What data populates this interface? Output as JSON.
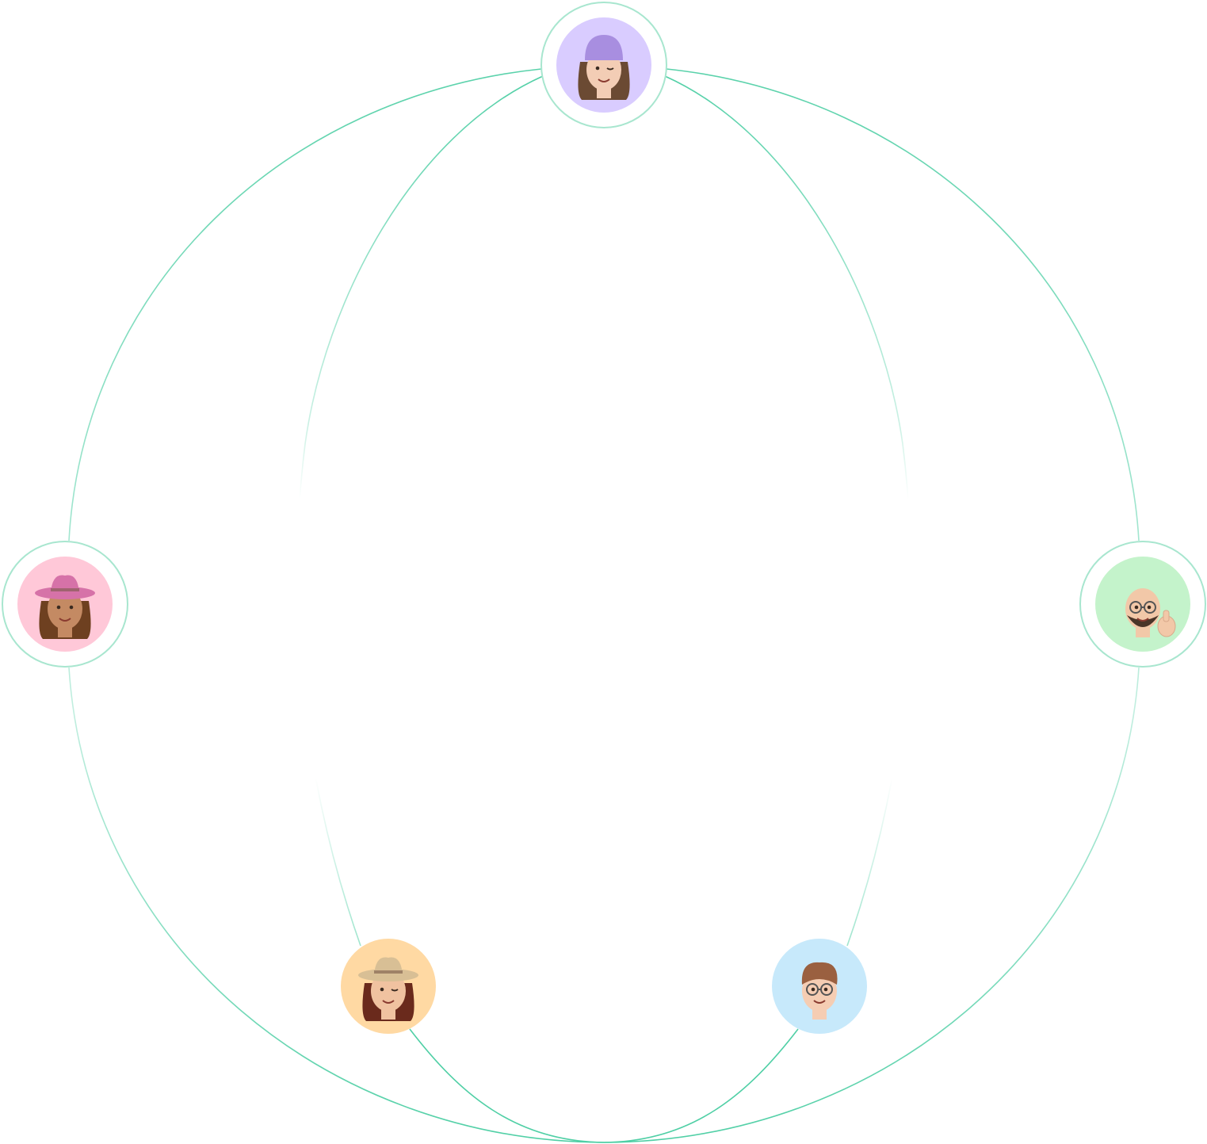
{
  "diagram": {
    "line_color": "#4fcfa5",
    "ring_color": "#a8e6cf",
    "avatars": [
      {
        "id": "top",
        "icon": "memoji-woman-purple-beanie-winking",
        "background": "#d9ccff",
        "skin": "#f3cdb5",
        "hair": "#6b4a33",
        "hat": "#a88ee0",
        "ringed": true
      },
      {
        "id": "left",
        "icon": "memoji-woman-pink-cowboy-hat",
        "background": "#ffc8d8",
        "skin": "#c48a63",
        "hair": "#6e4020",
        "hat": "#d672a8",
        "ringed": true
      },
      {
        "id": "right",
        "icon": "memoji-bald-man-glasses-thumbs-up",
        "background": "#c4f3cb",
        "skin": "#f2c8a8",
        "hair": "#4a3528",
        "hat": null,
        "ringed": true
      },
      {
        "id": "bottom-left",
        "icon": "memoji-woman-tan-cowboy-hat-winking",
        "background": "#ffd9a3",
        "skin": "#f0c2a0",
        "hair": "#6a2a1c",
        "hat": "#d8bf95",
        "ringed": false
      },
      {
        "id": "bottom-right",
        "icon": "memoji-man-glasses-smiling",
        "background": "#c7e9fb",
        "skin": "#f5cdb3",
        "hair": "#9a6040",
        "hat": null,
        "ringed": false
      }
    ]
  }
}
